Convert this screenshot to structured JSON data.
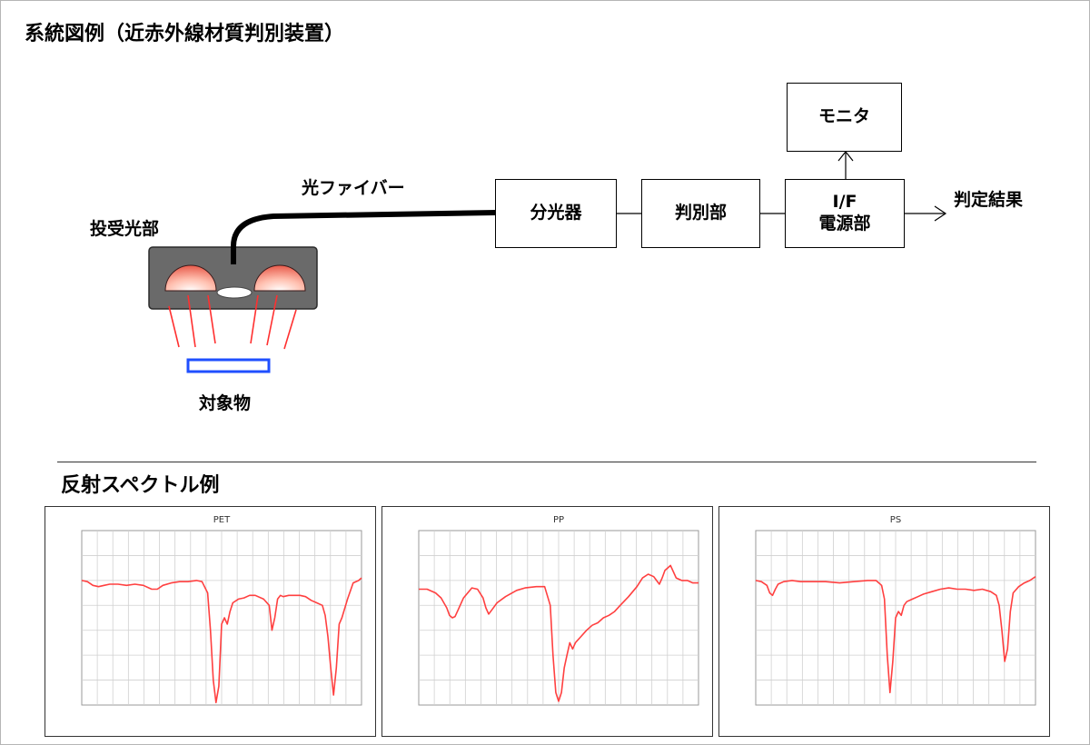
{
  "titles": {
    "system": "系統図例（近赤外線材質判別装置）",
    "spectrum": "反射スペクトル例"
  },
  "labels": {
    "sensor": "投受光部",
    "fiber": "光ファイバー",
    "object": "対象物",
    "result": "判定結果"
  },
  "boxes": {
    "monitor": "モニタ",
    "spectrometer": "分光器",
    "judge": "判別部",
    "if_line1": "I/F",
    "if_line2": "電源部"
  },
  "colors": {
    "curve": "#ff4040",
    "target": "#1f4fff",
    "sensor_body": "#6a6a6a",
    "grid": "#d0d0d0"
  },
  "chart_data": [
    {
      "type": "line",
      "title": "PET",
      "xlim": [
        0,
        1
      ],
      "ylim": [
        0,
        1.4
      ],
      "x": [
        0,
        0.02,
        0.04,
        0.06,
        0.08,
        0.1,
        0.13,
        0.16,
        0.19,
        0.22,
        0.25,
        0.27,
        0.29,
        0.32,
        0.35,
        0.38,
        0.41,
        0.43,
        0.45,
        0.46,
        0.47,
        0.48,
        0.49,
        0.5,
        0.51,
        0.52,
        0.53,
        0.54,
        0.56,
        0.58,
        0.6,
        0.62,
        0.65,
        0.67,
        0.68,
        0.69,
        0.7,
        0.71,
        0.72,
        0.74,
        0.76,
        0.78,
        0.8,
        0.82,
        0.84,
        0.86,
        0.87,
        0.88,
        0.89,
        0.9,
        0.91,
        0.92,
        0.93,
        0.95,
        0.97,
        0.99,
        1.0
      ],
      "series": [
        {
          "values": [
            1.0,
            0.99,
            0.96,
            0.95,
            0.96,
            0.97,
            0.97,
            0.96,
            0.97,
            0.96,
            0.93,
            0.93,
            0.96,
            0.98,
            0.99,
            0.99,
            1.0,
            0.99,
            0.9,
            0.6,
            0.2,
            0.02,
            0.15,
            0.65,
            0.7,
            0.65,
            0.75,
            0.82,
            0.85,
            0.86,
            0.88,
            0.88,
            0.85,
            0.8,
            0.6,
            0.7,
            0.85,
            0.88,
            0.87,
            0.88,
            0.88,
            0.88,
            0.87,
            0.84,
            0.82,
            0.8,
            0.72,
            0.55,
            0.3,
            0.08,
            0.3,
            0.65,
            0.7,
            0.85,
            0.98,
            1.0,
            1.02
          ]
        }
      ]
    },
    {
      "type": "line",
      "title": "PP",
      "xlim": [
        0,
        1
      ],
      "ylim": [
        0,
        1.4
      ],
      "x": [
        0,
        0.03,
        0.06,
        0.08,
        0.1,
        0.11,
        0.12,
        0.13,
        0.14,
        0.16,
        0.19,
        0.21,
        0.23,
        0.24,
        0.25,
        0.26,
        0.28,
        0.31,
        0.35,
        0.38,
        0.42,
        0.45,
        0.47,
        0.48,
        0.49,
        0.5,
        0.51,
        0.52,
        0.53,
        0.54,
        0.55,
        0.56,
        0.58,
        0.6,
        0.62,
        0.64,
        0.66,
        0.68,
        0.7,
        0.72,
        0.75,
        0.78,
        0.8,
        0.82,
        0.84,
        0.85,
        0.86,
        0.87,
        0.88,
        0.89,
        0.9,
        0.92,
        0.94,
        0.96,
        0.98,
        1.0
      ],
      "series": [
        {
          "values": [
            0.93,
            0.93,
            0.9,
            0.86,
            0.78,
            0.72,
            0.7,
            0.71,
            0.76,
            0.86,
            0.94,
            0.93,
            0.86,
            0.78,
            0.73,
            0.76,
            0.82,
            0.87,
            0.92,
            0.94,
            0.95,
            0.95,
            0.8,
            0.4,
            0.1,
            0.03,
            0.1,
            0.3,
            0.4,
            0.5,
            0.45,
            0.5,
            0.55,
            0.6,
            0.64,
            0.66,
            0.7,
            0.72,
            0.75,
            0.8,
            0.87,
            0.95,
            1.02,
            1.05,
            1.03,
            1.0,
            0.97,
            1.02,
            1.08,
            1.1,
            1.12,
            1.02,
            1.0,
            1.0,
            0.98,
            0.98
          ]
        }
      ]
    },
    {
      "type": "line",
      "title": "PS",
      "xlim": [
        0,
        1
      ],
      "ylim": [
        0,
        1.4
      ],
      "x": [
        0,
        0.02,
        0.04,
        0.05,
        0.06,
        0.07,
        0.08,
        0.1,
        0.13,
        0.16,
        0.2,
        0.25,
        0.3,
        0.35,
        0.4,
        0.43,
        0.45,
        0.46,
        0.47,
        0.48,
        0.49,
        0.5,
        0.51,
        0.52,
        0.53,
        0.54,
        0.56,
        0.58,
        0.6,
        0.63,
        0.66,
        0.69,
        0.72,
        0.75,
        0.78,
        0.81,
        0.84,
        0.86,
        0.87,
        0.88,
        0.89,
        0.9,
        0.91,
        0.92,
        0.94,
        0.96,
        0.98,
        1.0
      ],
      "series": [
        {
          "values": [
            1.0,
            0.99,
            0.96,
            0.9,
            0.88,
            0.93,
            0.97,
            0.99,
            1.0,
            0.99,
            0.99,
            0.99,
            0.98,
            0.99,
            1.0,
            1.0,
            0.96,
            0.85,
            0.4,
            0.1,
            0.35,
            0.7,
            0.75,
            0.72,
            0.8,
            0.83,
            0.85,
            0.87,
            0.89,
            0.91,
            0.93,
            0.94,
            0.93,
            0.93,
            0.92,
            0.93,
            0.91,
            0.88,
            0.8,
            0.6,
            0.35,
            0.45,
            0.75,
            0.9,
            0.95,
            0.98,
            1.0,
            1.03
          ]
        }
      ]
    }
  ]
}
